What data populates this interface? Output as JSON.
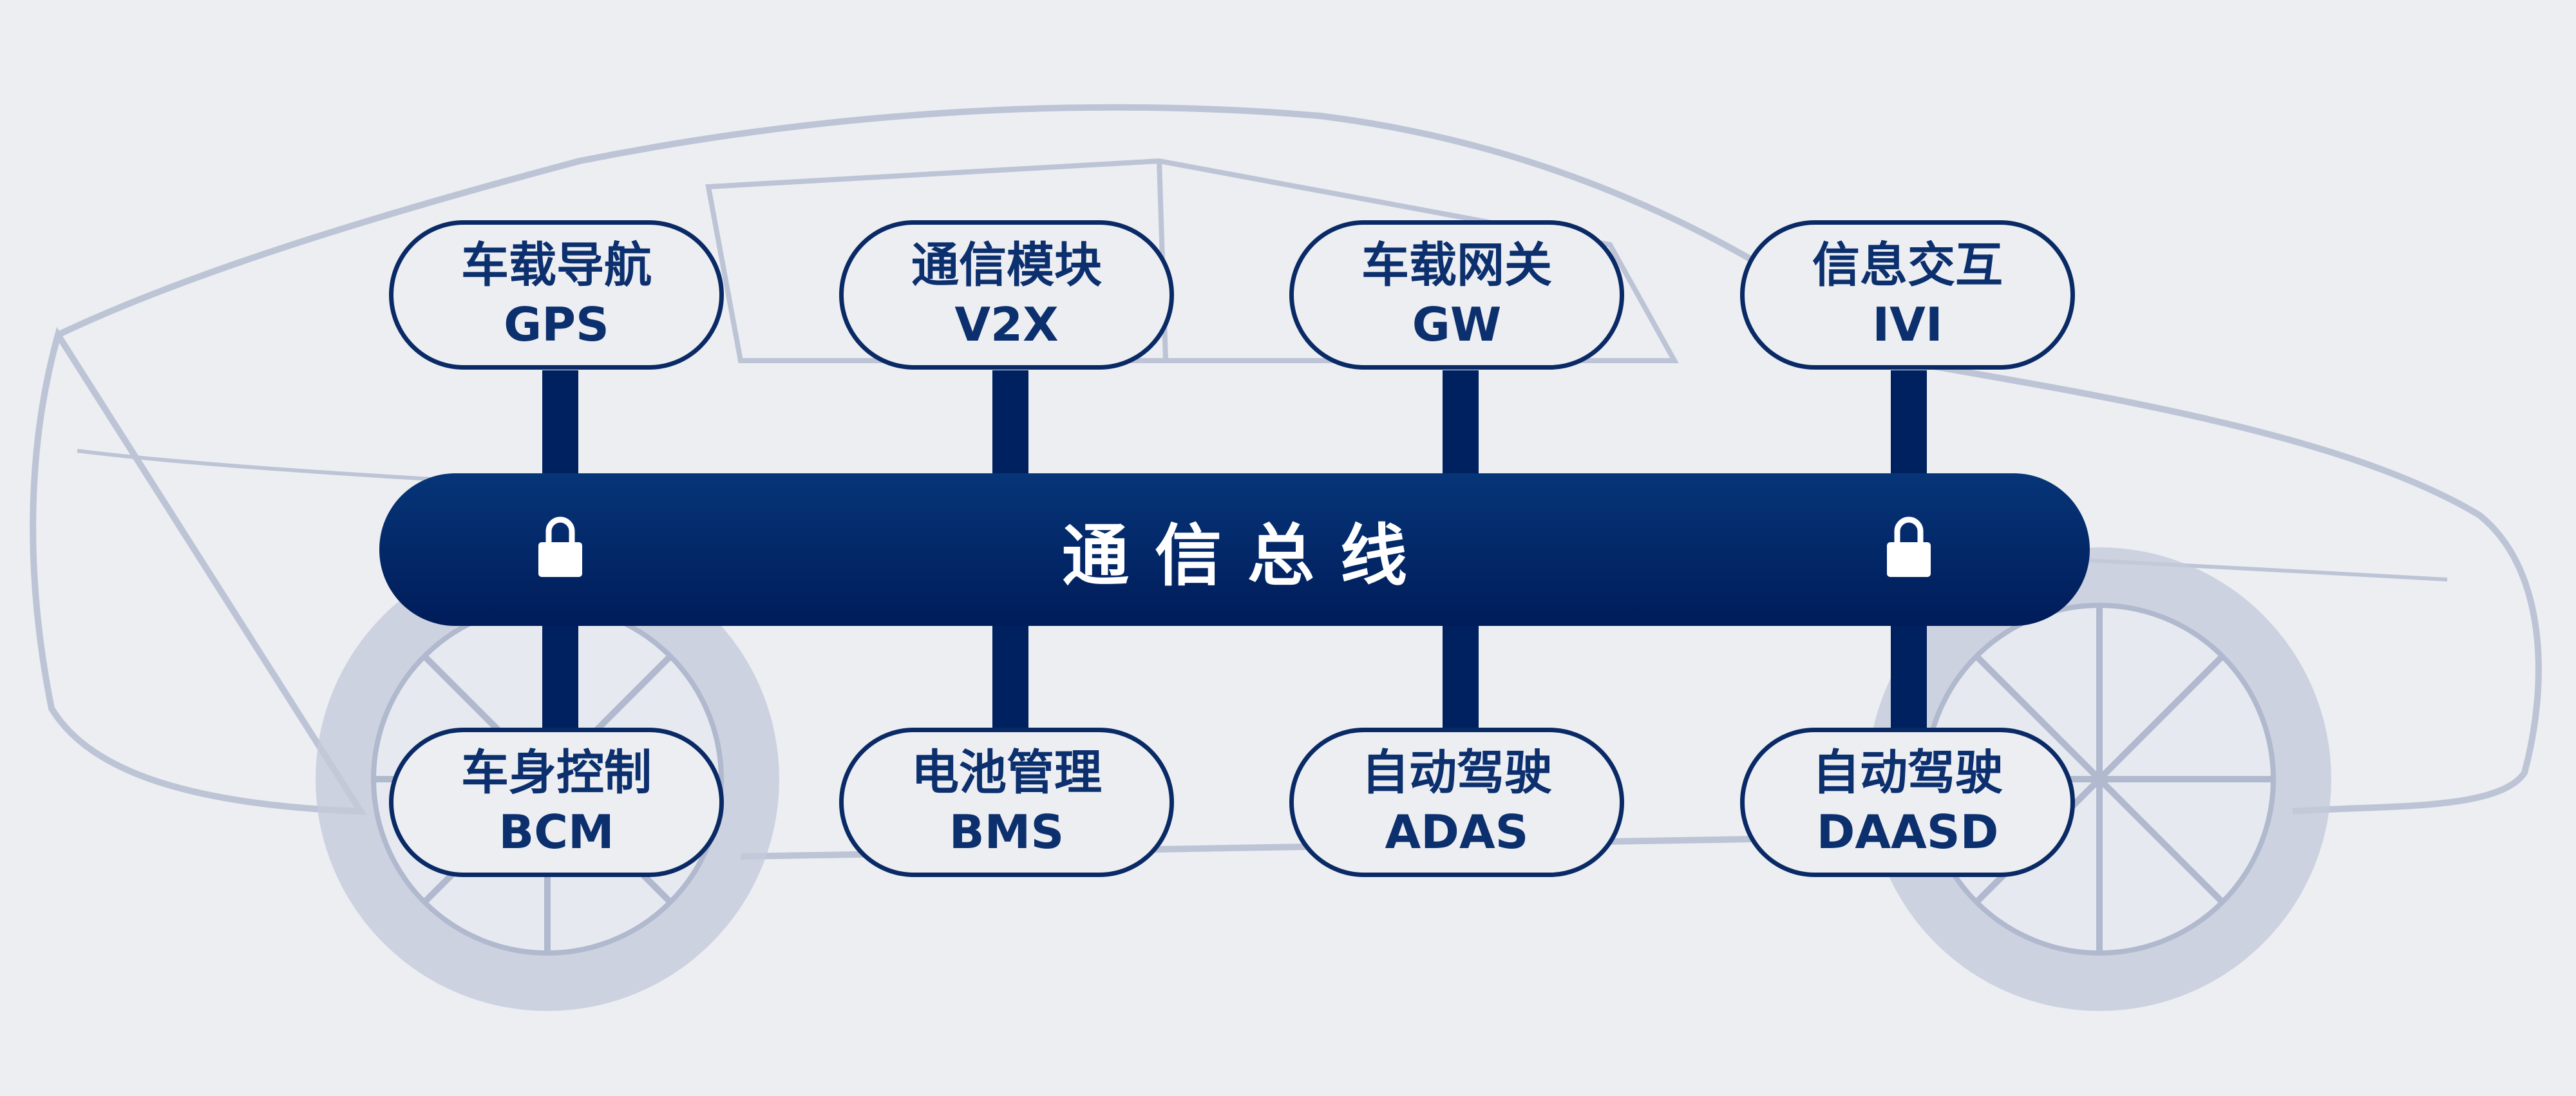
{
  "bus": {
    "title": "通信总线",
    "lock_icons": [
      "lock-icon",
      "lock-icon"
    ]
  },
  "top_nodes": [
    {
      "cn": "车载导航",
      "en": "GPS"
    },
    {
      "cn": "通信模块",
      "en": "V2X"
    },
    {
      "cn": "车载网关",
      "en": "GW"
    },
    {
      "cn": "信息交互",
      "en": "IVI"
    }
  ],
  "bottom_nodes": [
    {
      "cn": "车身控制",
      "en": "BCM"
    },
    {
      "cn": "电池管理",
      "en": "BMS"
    },
    {
      "cn": "自动驾驶",
      "en": "ADAS"
    },
    {
      "cn": "自动驾驶",
      "en": "DAASD"
    }
  ],
  "colors": {
    "bus": "#002a6a",
    "node_border": "#0a2a66",
    "text": "#0c2f6e",
    "background": "#eceef2",
    "car_outline": "#b9c1d4"
  }
}
